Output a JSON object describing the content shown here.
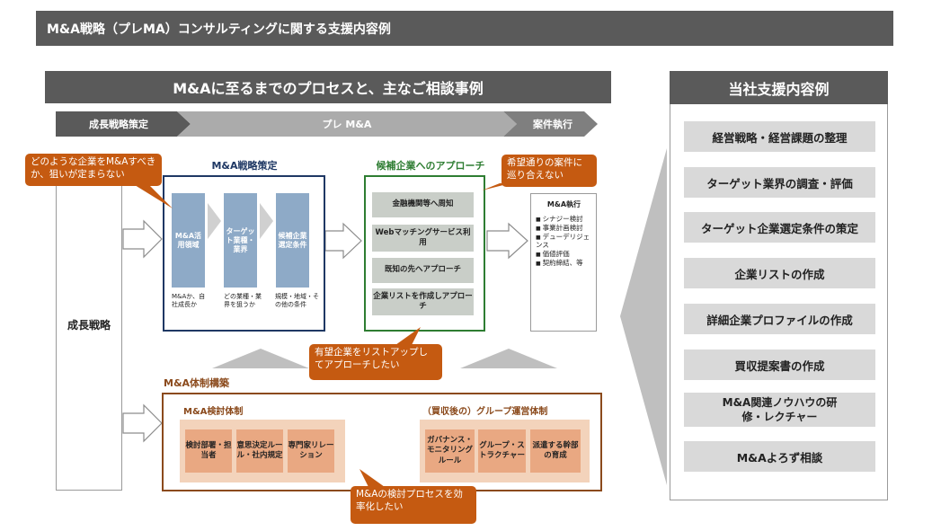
{
  "title": "M&A戦略（プレMA）コンサルティングに関する支援内容例",
  "process_header": "M&Aに至るまでのプロセスと、主なご相談事例",
  "support_header": "当社支援内容例",
  "phases": [
    "成長戦略策定",
    "プレ M&A",
    "案件執行"
  ],
  "growth_strategy": "成長戦略",
  "ma_strategy": {
    "title": "M&A戦略策定",
    "steps": [
      "M&A活用領域",
      "ターゲット業種・業界",
      "候補企業選定条件"
    ],
    "notes": [
      "M&Aか、自社成長か",
      "どの業種・業界を狙うか",
      "規模・地域・その他の条件"
    ]
  },
  "approach": {
    "title": "候補企業へのアプローチ",
    "items": [
      "金融機関等へ周知",
      "Webマッチングサービス利用",
      "既知の先へアプローチ",
      "企業リストを作成しアプローチ"
    ]
  },
  "execution": {
    "title": "M&A執行",
    "items": [
      "シナジー検討",
      "事業計画検討",
      "デューデリジェンス",
      "価値評価",
      "契約締結、等"
    ]
  },
  "system": {
    "title": "M&A体制構築",
    "review": {
      "title": "M&A検討体制",
      "items": [
        "検討部署・担当者",
        "意思決定ルール・社内規定",
        "専門家リレーション"
      ]
    },
    "group": {
      "title": "（買収後の）グループ運営体制",
      "items": [
        "ガバナンス・モニタリングルール",
        "グループ・ストラクチャー",
        "派遣する幹部の育成"
      ]
    }
  },
  "callouts": [
    "どのような企業をM&Aすべきか、狙いが定まらない",
    "希望通りの案件に巡り合えない",
    "有望企業をリストアップしてアプローチしたい",
    "M&Aの検討プロセスを効率化したい"
  ],
  "support_items": [
    "経営戦略・経営課題の整理",
    "ターゲット業界の調査・評価",
    "ターゲット企業選定条件の策定",
    "企業リストの作成",
    "詳細企業プロファイルの作成",
    "買収提案書の作成",
    "M&A関連ノウハウの研修・レクチャー",
    "M&Aよろず相談"
  ],
  "colors": {
    "header_gray": "#5a5a5a",
    "navy": "#1f3864",
    "green": "#2e7d32",
    "brown": "#8b4a1c",
    "orange": "#c55a11",
    "step_blue": "#8eaac7"
  }
}
